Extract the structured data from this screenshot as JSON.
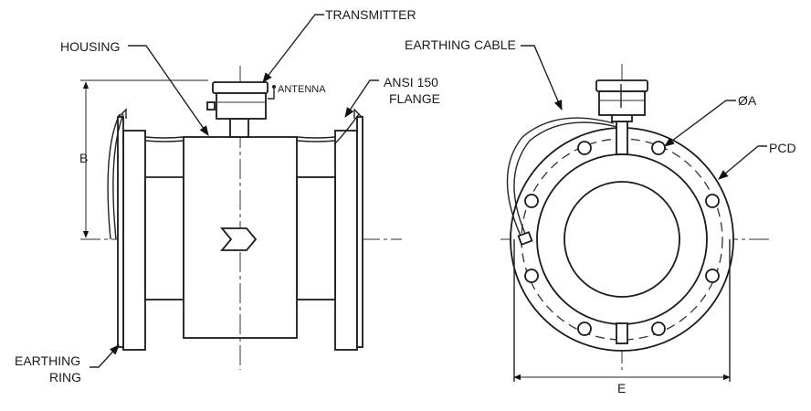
{
  "labels": {
    "transmitter": "TRANSMITTER",
    "housing": "HOUSING",
    "antenna": "ANTENNA",
    "flange_line1": "ANSI 150",
    "flange_line2": "FLANGE",
    "earthing_cable": "EARTHING CABLE",
    "diameter_a": "ØA",
    "pcd": "PCD",
    "dimension_b": "B",
    "dimension_e": "E",
    "earthing_ring_line1": "EARTHING",
    "earthing_ring_line2": "RING"
  }
}
